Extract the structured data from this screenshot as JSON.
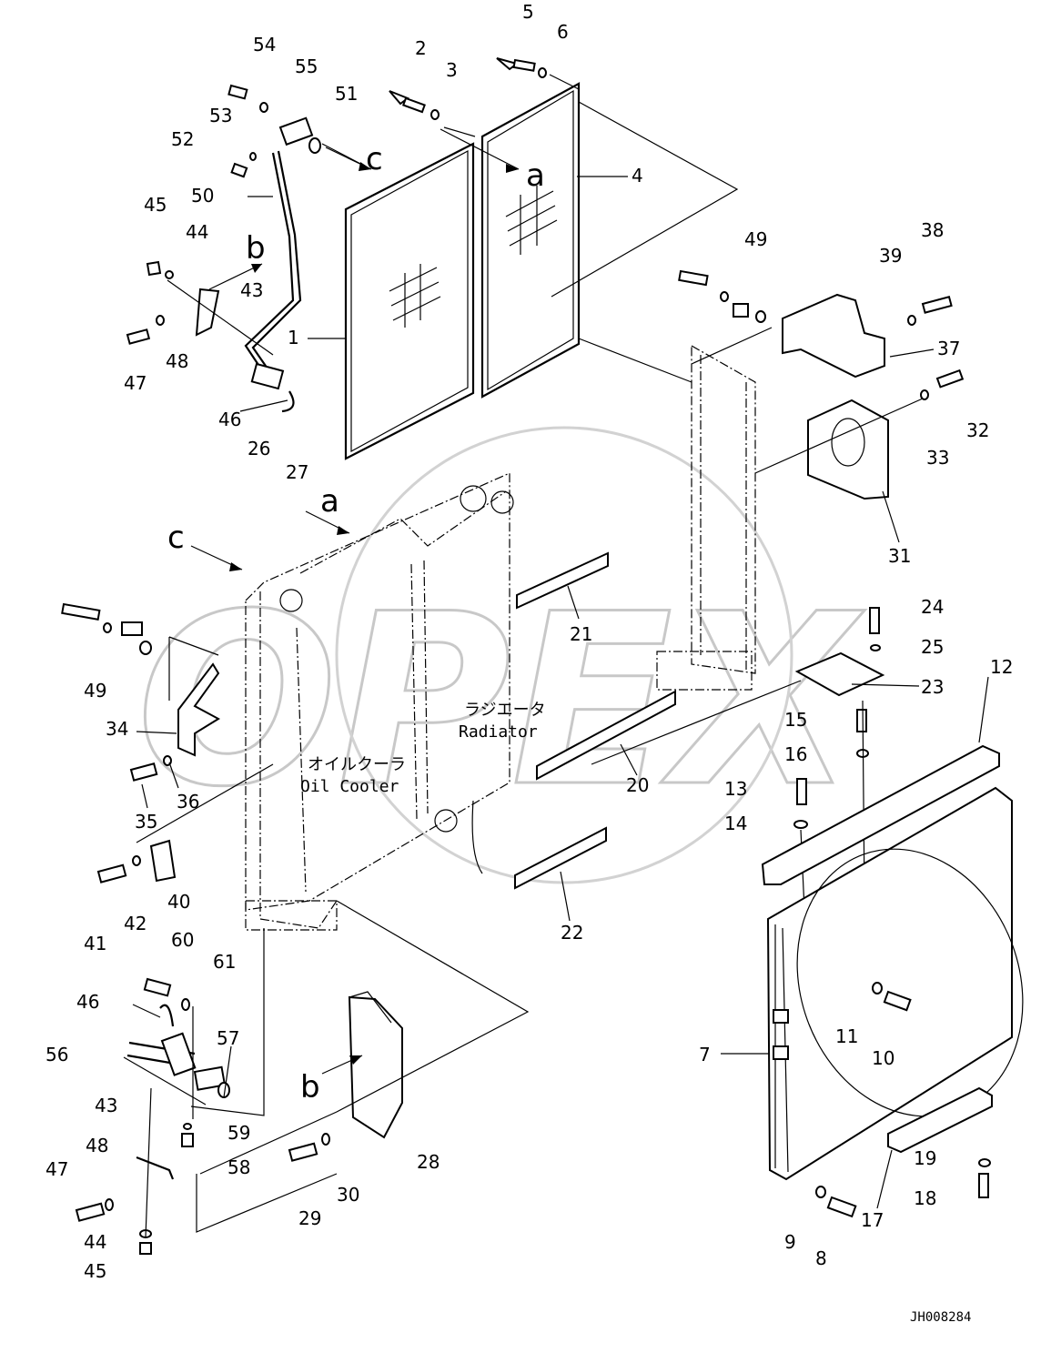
{
  "diagram": {
    "labels": {
      "radiator_jp": "ラジエータ",
      "radiator_en": "Radiator",
      "oil_cooler_jp": "オイルクーラ",
      "oil_cooler_en": "Oil Cooler"
    },
    "view_markers": [
      "a",
      "b",
      "c"
    ],
    "drawing_code": "JH008284",
    "watermark": "OPEX",
    "part_numbers": [
      "1",
      "2",
      "3",
      "4",
      "5",
      "6",
      "7",
      "8",
      "9",
      "10",
      "11",
      "12",
      "13",
      "14",
      "15",
      "16",
      "17",
      "18",
      "19",
      "20",
      "21",
      "22",
      "23",
      "24",
      "25",
      "26",
      "27",
      "28",
      "29",
      "30",
      "31",
      "32",
      "33",
      "34",
      "35",
      "36",
      "37",
      "38",
      "39",
      "40",
      "41",
      "42",
      "43",
      "44",
      "45",
      "46",
      "47",
      "48",
      "49",
      "50",
      "51",
      "52",
      "53",
      "54",
      "55",
      "56",
      "57",
      "58",
      "59",
      "60",
      "61"
    ]
  }
}
